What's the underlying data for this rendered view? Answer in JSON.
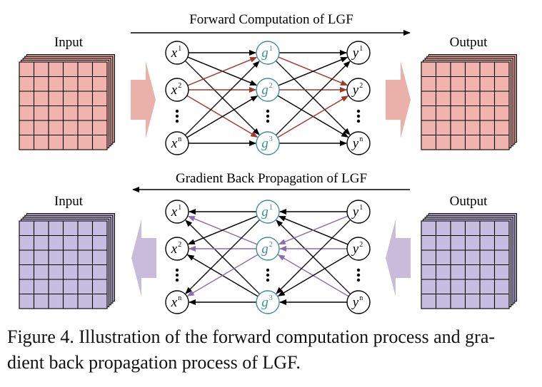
{
  "forward": {
    "title": "Forward Computation of LGF",
    "input_label": "Input",
    "output_label": "Output"
  },
  "backward": {
    "title": "Gradient Back Propagation of LGF",
    "input_label": "Input",
    "output_label": "Output"
  },
  "nodes": {
    "x": [
      {
        "base": "x",
        "sup": "1"
      },
      {
        "base": "x",
        "sup": "2"
      },
      {
        "base": "x",
        "sup": "n"
      }
    ],
    "g": [
      {
        "base": "g",
        "sup": "1"
      },
      {
        "base": "g",
        "sup": "2"
      },
      {
        "base": "g",
        "sup": "3"
      }
    ],
    "y": [
      {
        "base": "y",
        "sup": "1"
      },
      {
        "base": "y",
        "sup": "2"
      },
      {
        "base": "y",
        "sup": "n"
      }
    ]
  },
  "caption": {
    "line1": "Figure 4. Illustration of the forward computation process and gra-",
    "line2": "dient back propagation process of LGF."
  },
  "colors": {
    "forward_tile": "#f0b3ad",
    "forward_arrow": "#eab0aa",
    "forward_highlight": "#a0392c",
    "backward_tile": "#c7bde0",
    "backward_arrow": "#c9bcdb",
    "backward_highlight": "#8a6fb0",
    "g_node": "#3a8f99"
  }
}
